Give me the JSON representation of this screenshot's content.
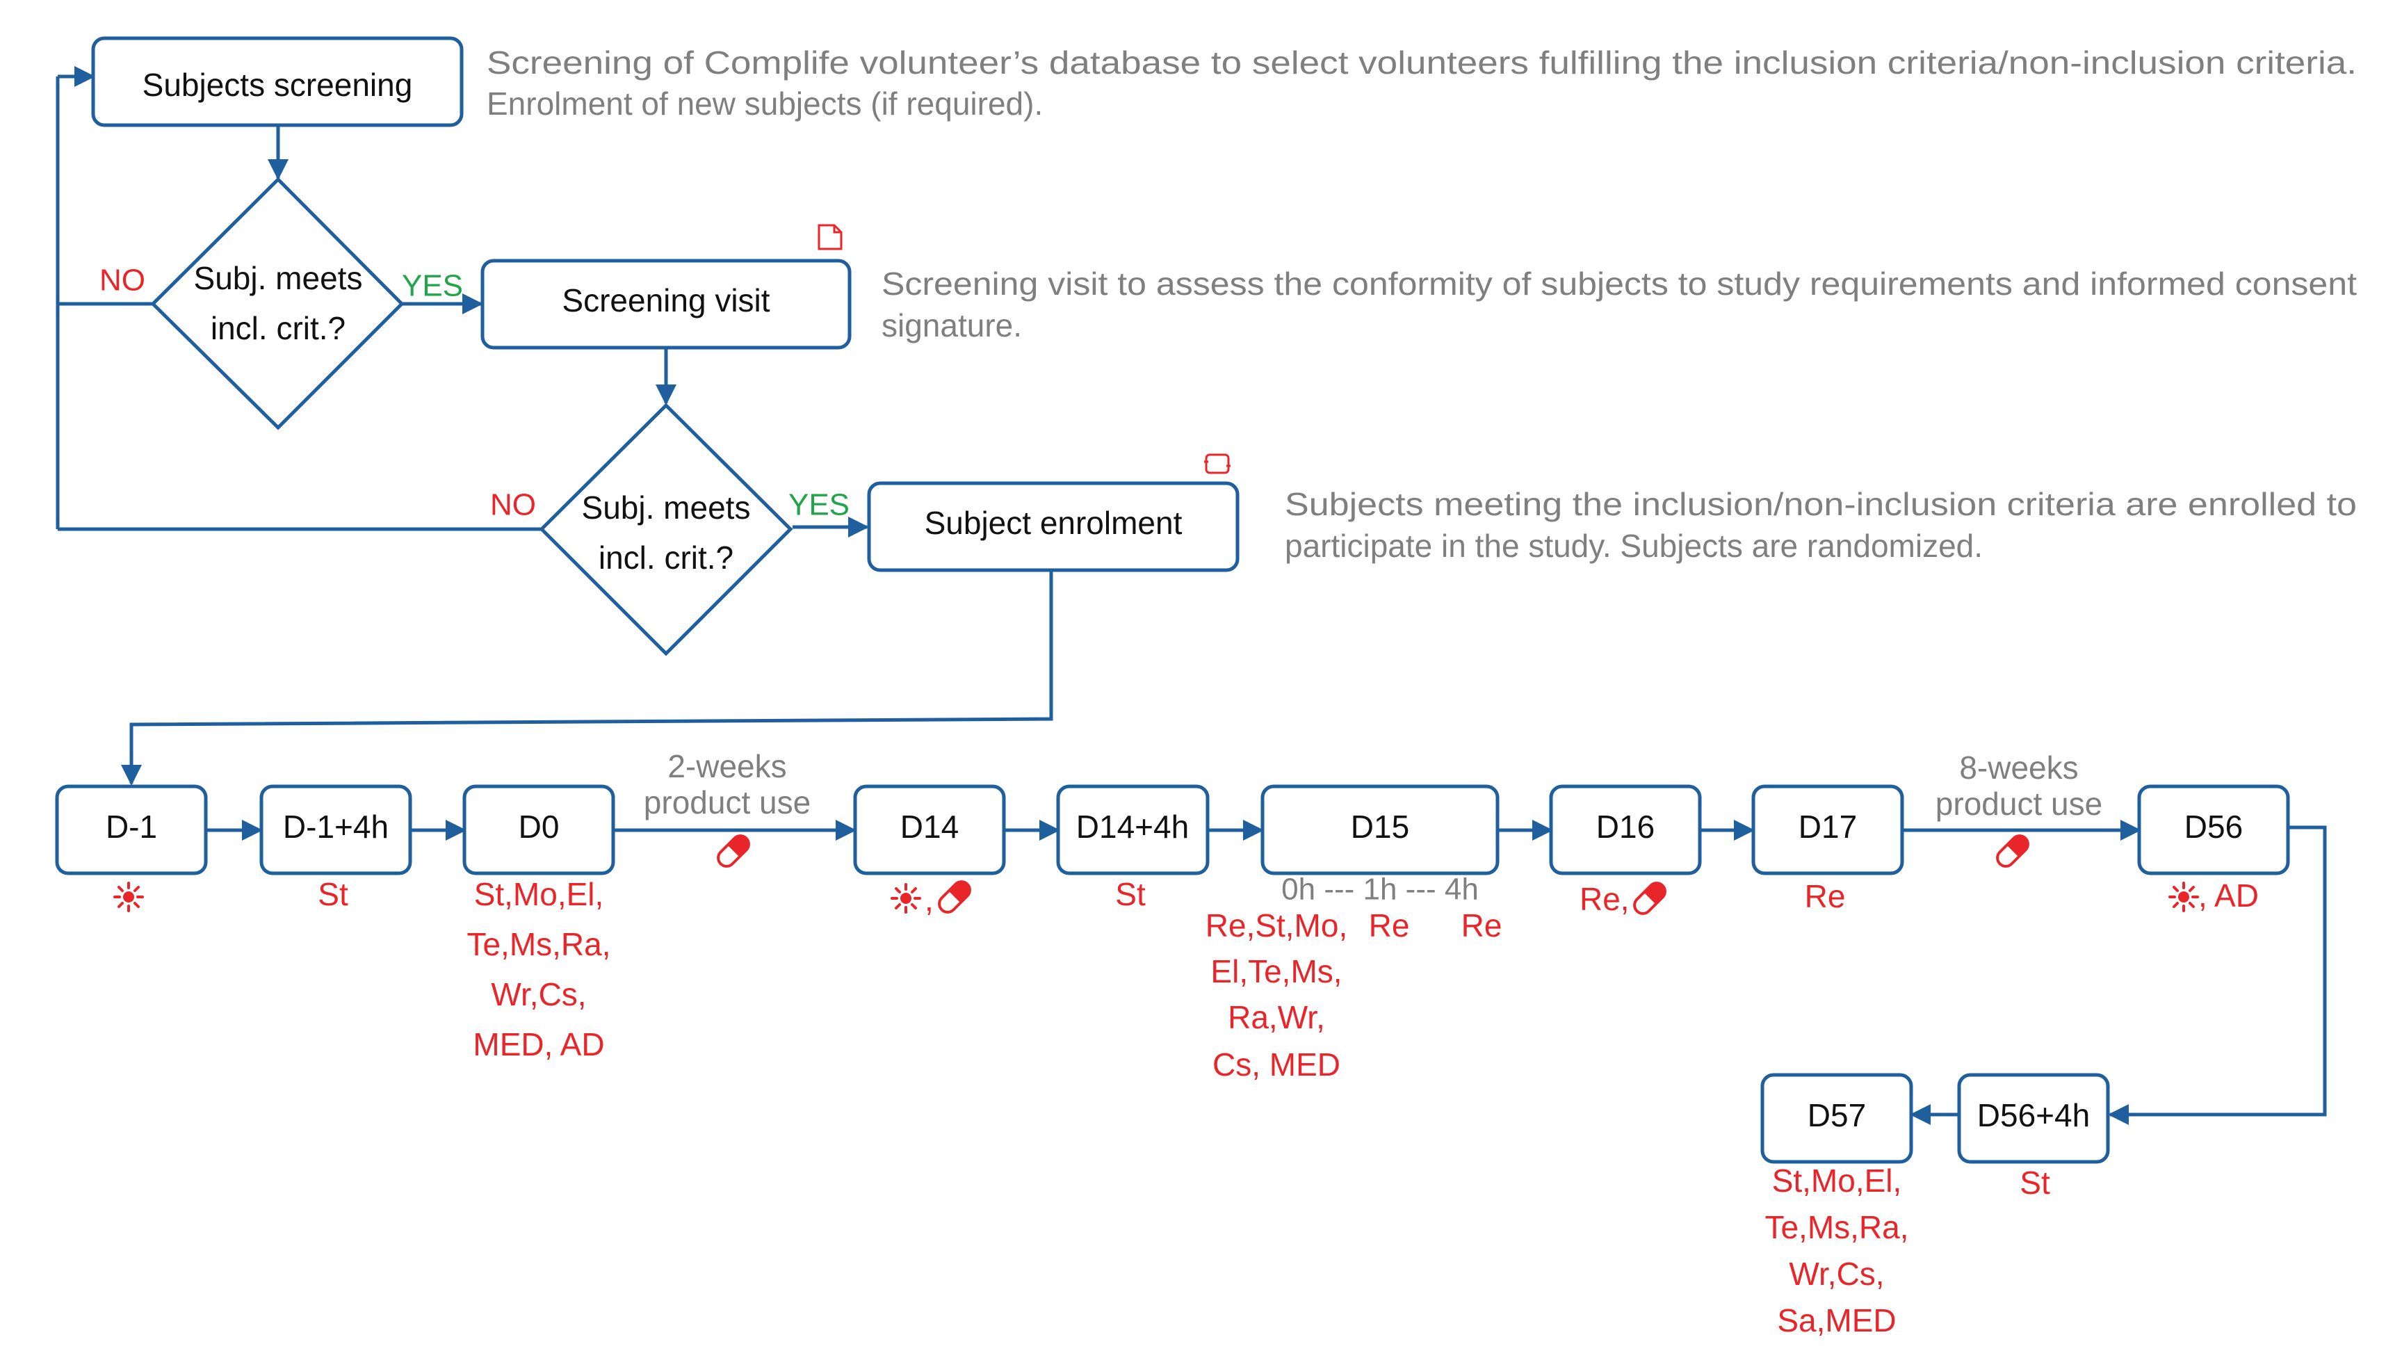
{
  "colors": {
    "line": "#1f5f9e",
    "box_border": "#1f5f9e",
    "description": "#7f7f7f",
    "no": "#e8262a",
    "yes": "#22a44b",
    "assessment": "#e8262a"
  },
  "flow": {
    "subjects_screening": {
      "label": "Subjects screening",
      "description": [
        "Screening of Complife volunteer’s database to select volunteers fulfilling the inclusion criteria/non-inclusion criteria.",
        "Enrolment of new subjects (if required)."
      ]
    },
    "decision1": {
      "line1": "Subj. meets",
      "line2": "incl. crit.?",
      "no": "NO",
      "yes": "YES"
    },
    "screening_visit": {
      "label": "Screening visit",
      "description": [
        "Screening visit to assess the conformity of subjects to study requirements and informed consent",
        "signature."
      ],
      "icon": "document-icon"
    },
    "decision2": {
      "line1": "Subj. meets",
      "line2": "incl. crit.?",
      "no": "NO",
      "yes": "YES"
    },
    "subject_enrolment": {
      "label": "Subject enrolment",
      "description": [
        "Subjects meeting the inclusion/non-inclusion criteria are enrolled to",
        "participate in the study. Subjects are randomized."
      ],
      "icon": "randomize-icon"
    }
  },
  "days": {
    "d_1": {
      "label": "D-1",
      "icon": "sun-icon"
    },
    "d_1_4h": {
      "label": "D-1+4h",
      "assess": [
        "St"
      ]
    },
    "d0": {
      "label": "D0",
      "assess": [
        "St,Mo,El,",
        "Te,Ms,Ra,",
        "Wr,Cs,",
        "MED, AD"
      ]
    },
    "use1": {
      "line1": "2-weeks",
      "line2": "product use",
      "icon": "capsule-icon"
    },
    "d14": {
      "label": "D14",
      "suffix": ",",
      "icons": [
        "sun-icon",
        "capsule-icon"
      ]
    },
    "d14_4h": {
      "label": "D14+4h",
      "assess": [
        "St"
      ]
    },
    "d15": {
      "label": "D15",
      "timeline": "0h --- 1h --- 4h",
      "assess_0h": [
        "Re,St,Mo,",
        "El,Te,Ms,",
        "Ra,Wr,",
        "Cs, MED"
      ],
      "assess_1h": "Re",
      "assess_4h": "Re"
    },
    "d16": {
      "label": "D16",
      "assess": "Re,",
      "icon": "capsule-icon"
    },
    "d17": {
      "label": "D17",
      "assess": [
        "Re"
      ]
    },
    "use2": {
      "line1": "8-weeks",
      "line2": "product use",
      "icon": "capsule-icon"
    },
    "d56": {
      "label": "D56",
      "assess": ", AD",
      "icon": "sun-icon"
    },
    "d56_4h": {
      "label": "D56+4h",
      "assess": [
        "St"
      ]
    },
    "d57": {
      "label": "D57",
      "assess": [
        "St,Mo,El,",
        "Te,Ms,Ra,",
        "Wr,Cs,",
        "Sa,MED"
      ]
    }
  }
}
